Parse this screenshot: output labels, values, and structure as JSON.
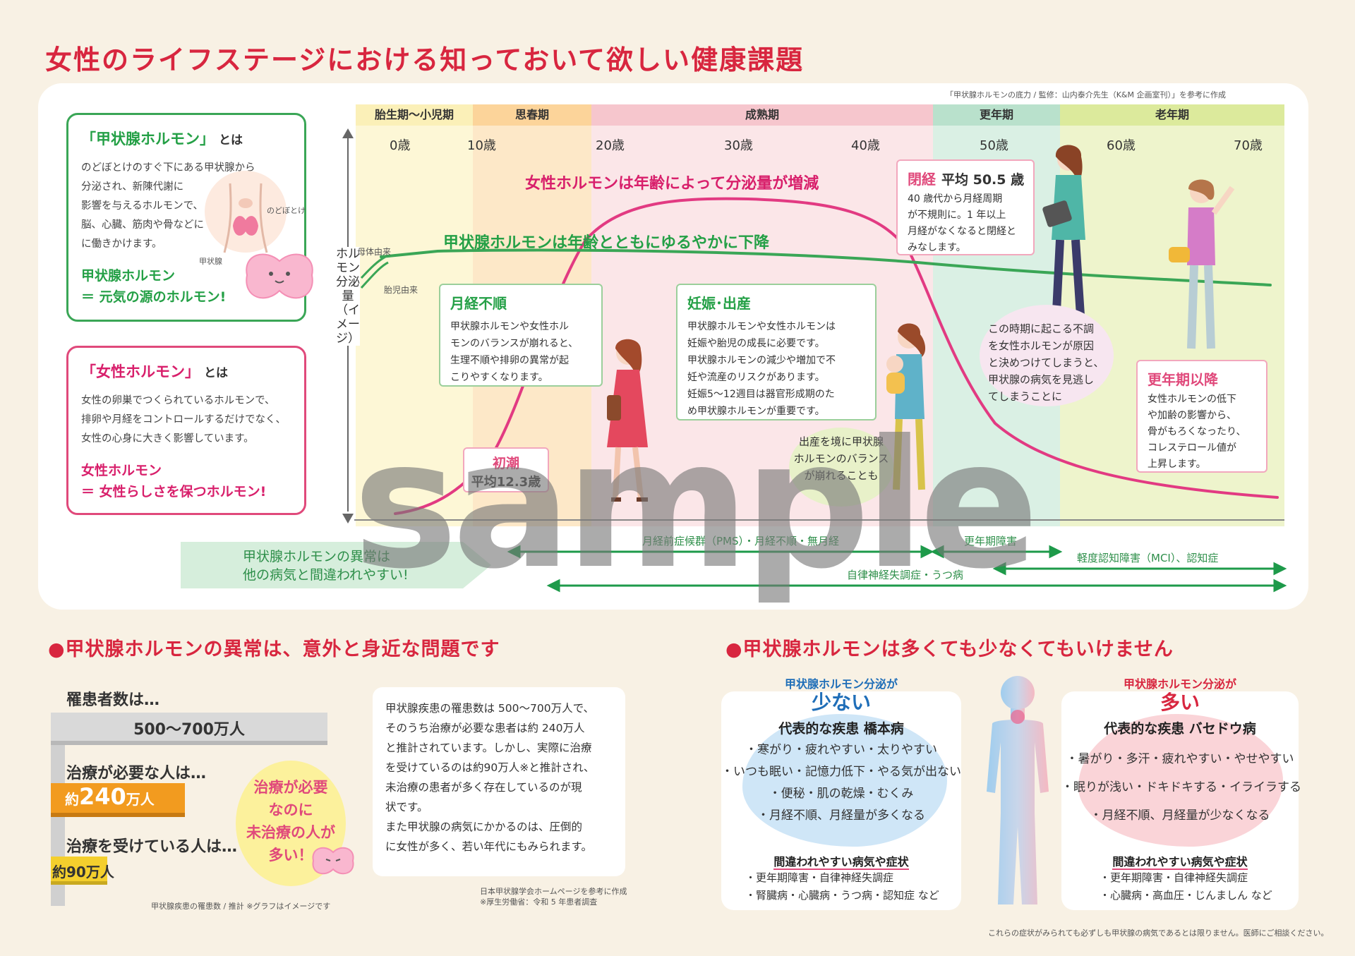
{
  "title": "女性のライフステージにおける知っておいて欲しい健康課題",
  "source_top": "「甲状腺ホルモンの底力 / 監修：山内泰介先生（K&M 企画室刊）」を参考に作成",
  "thyroid_def": {
    "head": "「甲状腺ホルモン」",
    "head_suffix": "とは",
    "lines": [
      "のどぼとけのすぐ下にある甲状腺から",
      "分泌され、新陳代謝に",
      "影響を与えるホルモンで、",
      "脳、心臓、筋肉や骨などに",
      "に働きかけます。"
    ],
    "label_nodobotoke": "のどぼとけ",
    "label_koujousen": "甲状腺",
    "emph1": "甲状腺ホルモン",
    "emph2": "＝ 元気の源のホルモン!"
  },
  "female_def": {
    "head": "「女性ホルモン」",
    "head_suffix": "とは",
    "lines": [
      "女性の卵巣でつくられているホルモンで、",
      "排卵や月経をコントロールするだけでなく、",
      "女性の心身に大きく影響しています。"
    ],
    "emph1": "女性ホルモン",
    "emph2": "＝ 女性らしさを保つホルモン!"
  },
  "stages": [
    "胎生期〜小児期",
    "思春期",
    "成熟期",
    "更年期",
    "老年期"
  ],
  "ages": [
    "0歳",
    "10歳",
    "20歳",
    "30歳",
    "40歳",
    "50歳",
    "60歳",
    "70歳"
  ],
  "axis_label": "ホルモン分泌量（イメージ）",
  "curve_female": "女性ホルモンは年齢によって分泌量が増減",
  "curve_thyroid": "甲状腺ホルモンは年齢とともにゆるやかに下降",
  "label_maternal": "母体由来",
  "label_fetal": "胎児由来",
  "menarche": {
    "title": "初潮",
    "value": "平均12.3歳"
  },
  "irregular": {
    "head": "月経不順",
    "lines": [
      "甲状腺ホルモンや女性ホル",
      "モンのバランスが崩れると、",
      "生理不順や排卵の異常が起",
      "こりやすくなります。"
    ]
  },
  "pregnancy": {
    "head": "妊娠･出産",
    "lines": [
      "甲状腺ホルモンや女性ホルモンは",
      "妊娠や胎児の成長に必要です。",
      "甲状腺ホルモンの減少や増加で不",
      "妊や流産のリスクがあります。",
      "妊娠5〜12週目は器官形成期のた",
      "め甲状腺ホルモンが重要です。"
    ]
  },
  "postpartum": [
    "出産を境に甲状腺",
    "ホルモンのバランス",
    "が崩れることも"
  ],
  "menopause": {
    "head": "閉経",
    "value": "平均 50.5 歳",
    "lines": [
      "40 歳代から月経周期",
      "が不規則に。1 年以上",
      "月経がなくなると閉経と",
      "みなします。"
    ]
  },
  "menopause_note": [
    "この時期に起こる不調",
    "を女性ホルモンが原因",
    "と決めつけてしまうと、",
    "甲状腺の病気を見逃し",
    "てしまうことに"
  ],
  "post_menopause": {
    "head": "更年期以降",
    "lines": [
      "女性ホルモンの低下",
      "や加齢の影響から、",
      "骨がもろくなったり、",
      "コレステロール値が",
      "上昇します。"
    ]
  },
  "confusable": [
    "甲状腺ホルモンの異常は",
    "他の病気と間違われやすい!"
  ],
  "diseases": {
    "pms": "月経前症候群（PMS）・月経不順・無月経",
    "climacteric": "更年期障害",
    "mci": "軽度認知障害（MCI）、認知症",
    "autonomic": "自律神経失調症・うつ病"
  },
  "sec1_title": "●甲状腺ホルモンの異常は、意外と身近な問題です",
  "patients": {
    "l1": "罹患者数は…",
    "v1": "500〜700万人",
    "l2": "治療が必要な人は…",
    "v2_pre": "約",
    "v2_num": "240",
    "v2_suf": "万人",
    "l3": "治療を受けている人は…",
    "v3": "約90万人"
  },
  "untreated": [
    "治療が必要",
    "なのに",
    "未治療の人が",
    "多い！"
  ],
  "chart_note": "甲状腺疾患の罹患数 / 推計 ※グラフはイメージです",
  "info_text": [
    "甲状腺疾患の罹患数は 500〜700万人で、",
    "そのうち治療が必要な患者は約 240万人",
    "と推計されています。しかし、実際に治療",
    "を受けているのは約90万人※と推計され、",
    "未治療の患者が多く存在しているのが現",
    "状です。",
    "また甲状腺の病気にかかるのは、圧倒的",
    "に女性が多く、若い年代にもみられます。"
  ],
  "info_source": [
    "日本甲状腺学会ホームページを参考に作成",
    "※厚生労働省：令和 5 年患者調査"
  ],
  "sec2_title": "●甲状腺ホルモンは多くても少なくてもいけません",
  "low": {
    "pre": "甲状腺ホルモン分泌が",
    "big": "少ない",
    "disease": "代表的な疾患 橋本病",
    "items": [
      "・寒がり・疲れやすい・太りやすい",
      "・いつも眠い・記憶力低下・やる気が出ない",
      "・便秘・肌の乾燥・むくみ",
      "・月経不順、月経量が多くなる"
    ],
    "mis_head": "間違われやすい病気や症状",
    "mis": [
      "・更年期障害・自律神経失調症",
      "・腎臓病・心臓病・うつ病・認知症 など"
    ]
  },
  "high": {
    "pre": "甲状腺ホルモン分泌が",
    "big": "多い",
    "disease": "代表的な疾患 バセドウ病",
    "items": [
      "・暑がり・多汗・疲れやすい・やせやすい",
      "・眠りが浅い・ドキドキする・イライラする",
      "・月経不順、月経量が少なくなる"
    ],
    "mis_head": "間違われやすい病気や症状",
    "mis": [
      "・更年期障害・自律神経失調症",
      "・心臓病・高血圧・じんましん など"
    ]
  },
  "footer": "これらの症状がみられても必ずしも甲状腺の病気であるとは限りません。医師にご相談ください。",
  "watermark": "sample",
  "colors": {
    "accent_red": "#d8263f",
    "green": "#24a046",
    "pink": "#d81f6b",
    "stage_child": "#fdf7d6",
    "stage_puberty": "#fde3bd",
    "stage_mature": "#fbe1e4",
    "stage_meno": "#d4ece0",
    "stage_old": "#eaf2c4"
  }
}
